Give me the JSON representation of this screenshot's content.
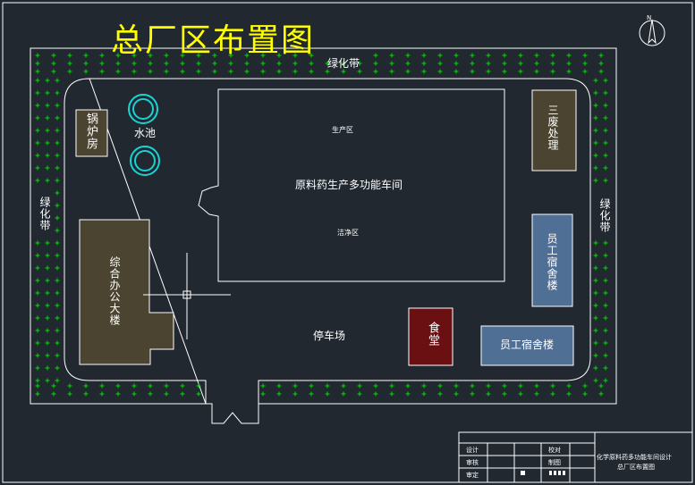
{
  "title": "总厂区布置图",
  "compass_letter": "N",
  "greenbelt": {
    "top": "绿化带",
    "left": "绿化带",
    "right": "绿化带"
  },
  "buildings": {
    "boiler": "锅炉房",
    "pool": "水池",
    "office": "综合办公大楼",
    "workshop": "原料药生产多功能车间",
    "production_zone": "生产区",
    "clean_zone": "洁净区",
    "waste": "三废处理",
    "dorm1": "员工宿舍楼",
    "dorm2": "员工宿舍楼",
    "canteen": "食堂",
    "parking": "停车场"
  },
  "colors": {
    "background": "#212830",
    "greenbelt_plus": "#00dd00",
    "office_fill": "#4a4430",
    "dorm_fill": "#4f6f94",
    "canteen_fill": "#6a0f12",
    "pool_ring": "#19d3d3",
    "title": "#ffff00"
  },
  "title_block": {
    "design": "设计",
    "proofread": "校对",
    "audit": "审核",
    "drawing": "制图",
    "approve": "审定",
    "project_line1": "化学原料药多功能车间设计",
    "project_line2": "总厂区布置图"
  }
}
